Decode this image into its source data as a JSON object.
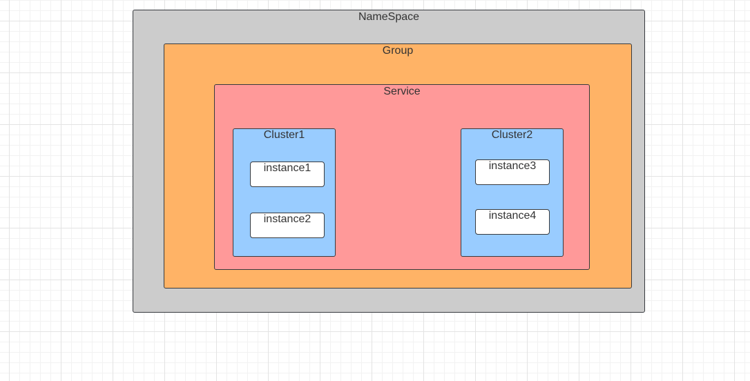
{
  "colors": {
    "namespace_fill": "#cccccc",
    "group_fill": "#ffb366",
    "service_fill": "#ff9999",
    "cluster_fill": "#99ccff",
    "instance_fill": "#ffffff",
    "stroke": "#36393d"
  },
  "diagram": {
    "namespace": {
      "label": "NameSpace"
    },
    "group": {
      "label": "Group"
    },
    "service": {
      "label": "Service"
    },
    "clusters": [
      {
        "label": "Cluster1",
        "instances": [
          {
            "label": "instance1"
          },
          {
            "label": "instance2"
          }
        ]
      },
      {
        "label": "Cluster2",
        "instances": [
          {
            "label": "instance3"
          },
          {
            "label": "instance4"
          }
        ]
      }
    ]
  }
}
